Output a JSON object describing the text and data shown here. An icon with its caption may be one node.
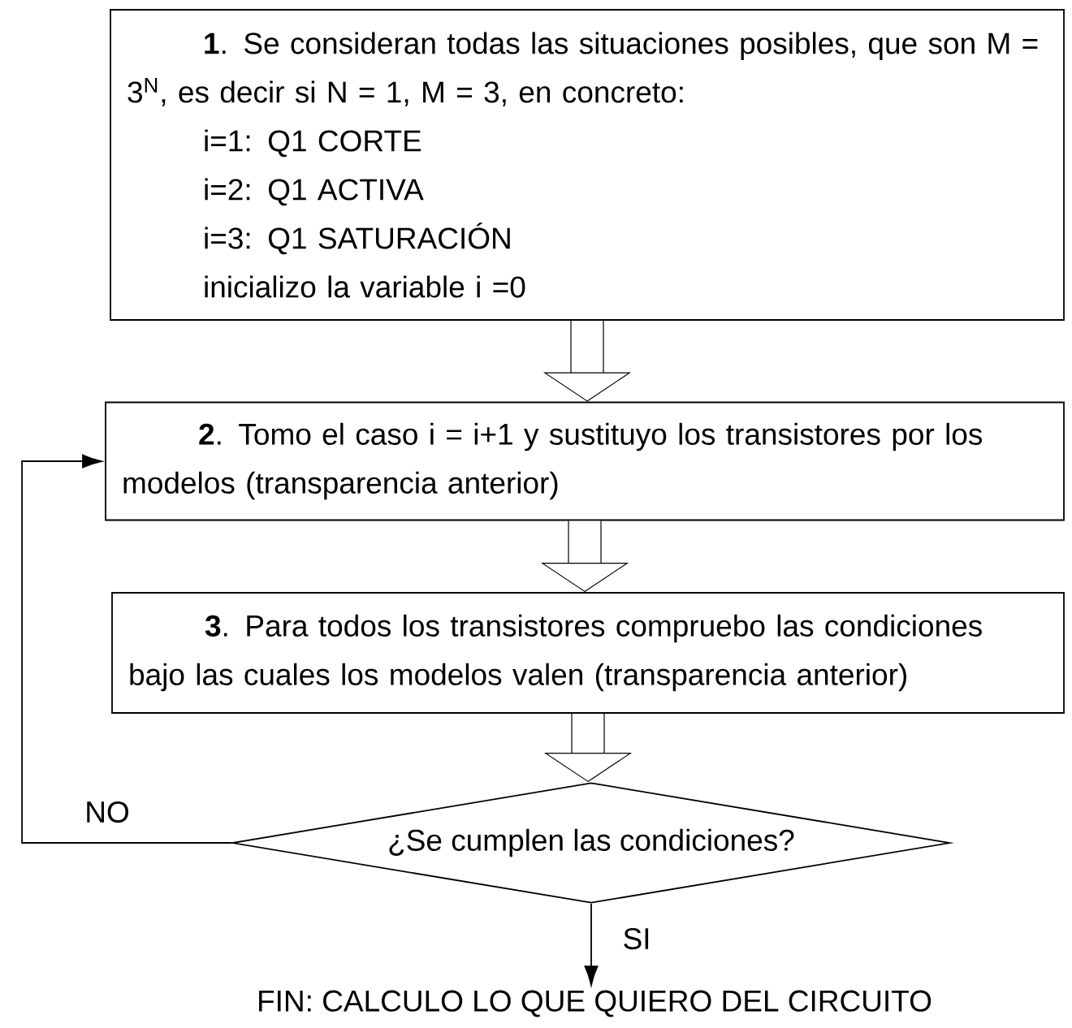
{
  "diagram": {
    "nodes": [
      {
        "text": [
          "**1**. Se consideran todas las situaciones posibles, que son M = 3$^{N}$, es decir si N = 1, M = 3, en concreto:",
          "i=1: Q1 CORTE",
          "i=2: Q1 ACTIVA",
          "i=3: Q1 SATURACIÓN",
          "inicializo la variable i =0"
        ]
      },
      {
        "text": [
          "**2**. Tomo el caso i = i+1 y sustituyo los transistores por los modelos (transparencia anterior)"
        ]
      },
      {
        "text": [
          "**3**. Para todos los transistores compruebo las condiciones bajo las cuales los modelos valen (transparencia anterior)"
        ]
      },
      {
        "text": [
          "¿Se cumplen las condiciones?"
        ]
      },
      {
        "text": [
          "FIN: CALCULO LO QUE QUIERO DEL CIRCUITO"
        ]
      }
    ],
    "edges": [
      {
        "from": 0,
        "to": 1,
        "arrow": "to"
      },
      {
        "from": 1,
        "to": 2,
        "arrow": "to"
      },
      {
        "from": 2,
        "to": 3,
        "arrow": "to"
      },
      {
        "from": 3,
        "to": 1,
        "arrow": "to",
        "label": "NO"
      },
      {
        "from": 3,
        "to": 4,
        "arrow": "to",
        "label": "SI"
      }
    ]
  }
}
